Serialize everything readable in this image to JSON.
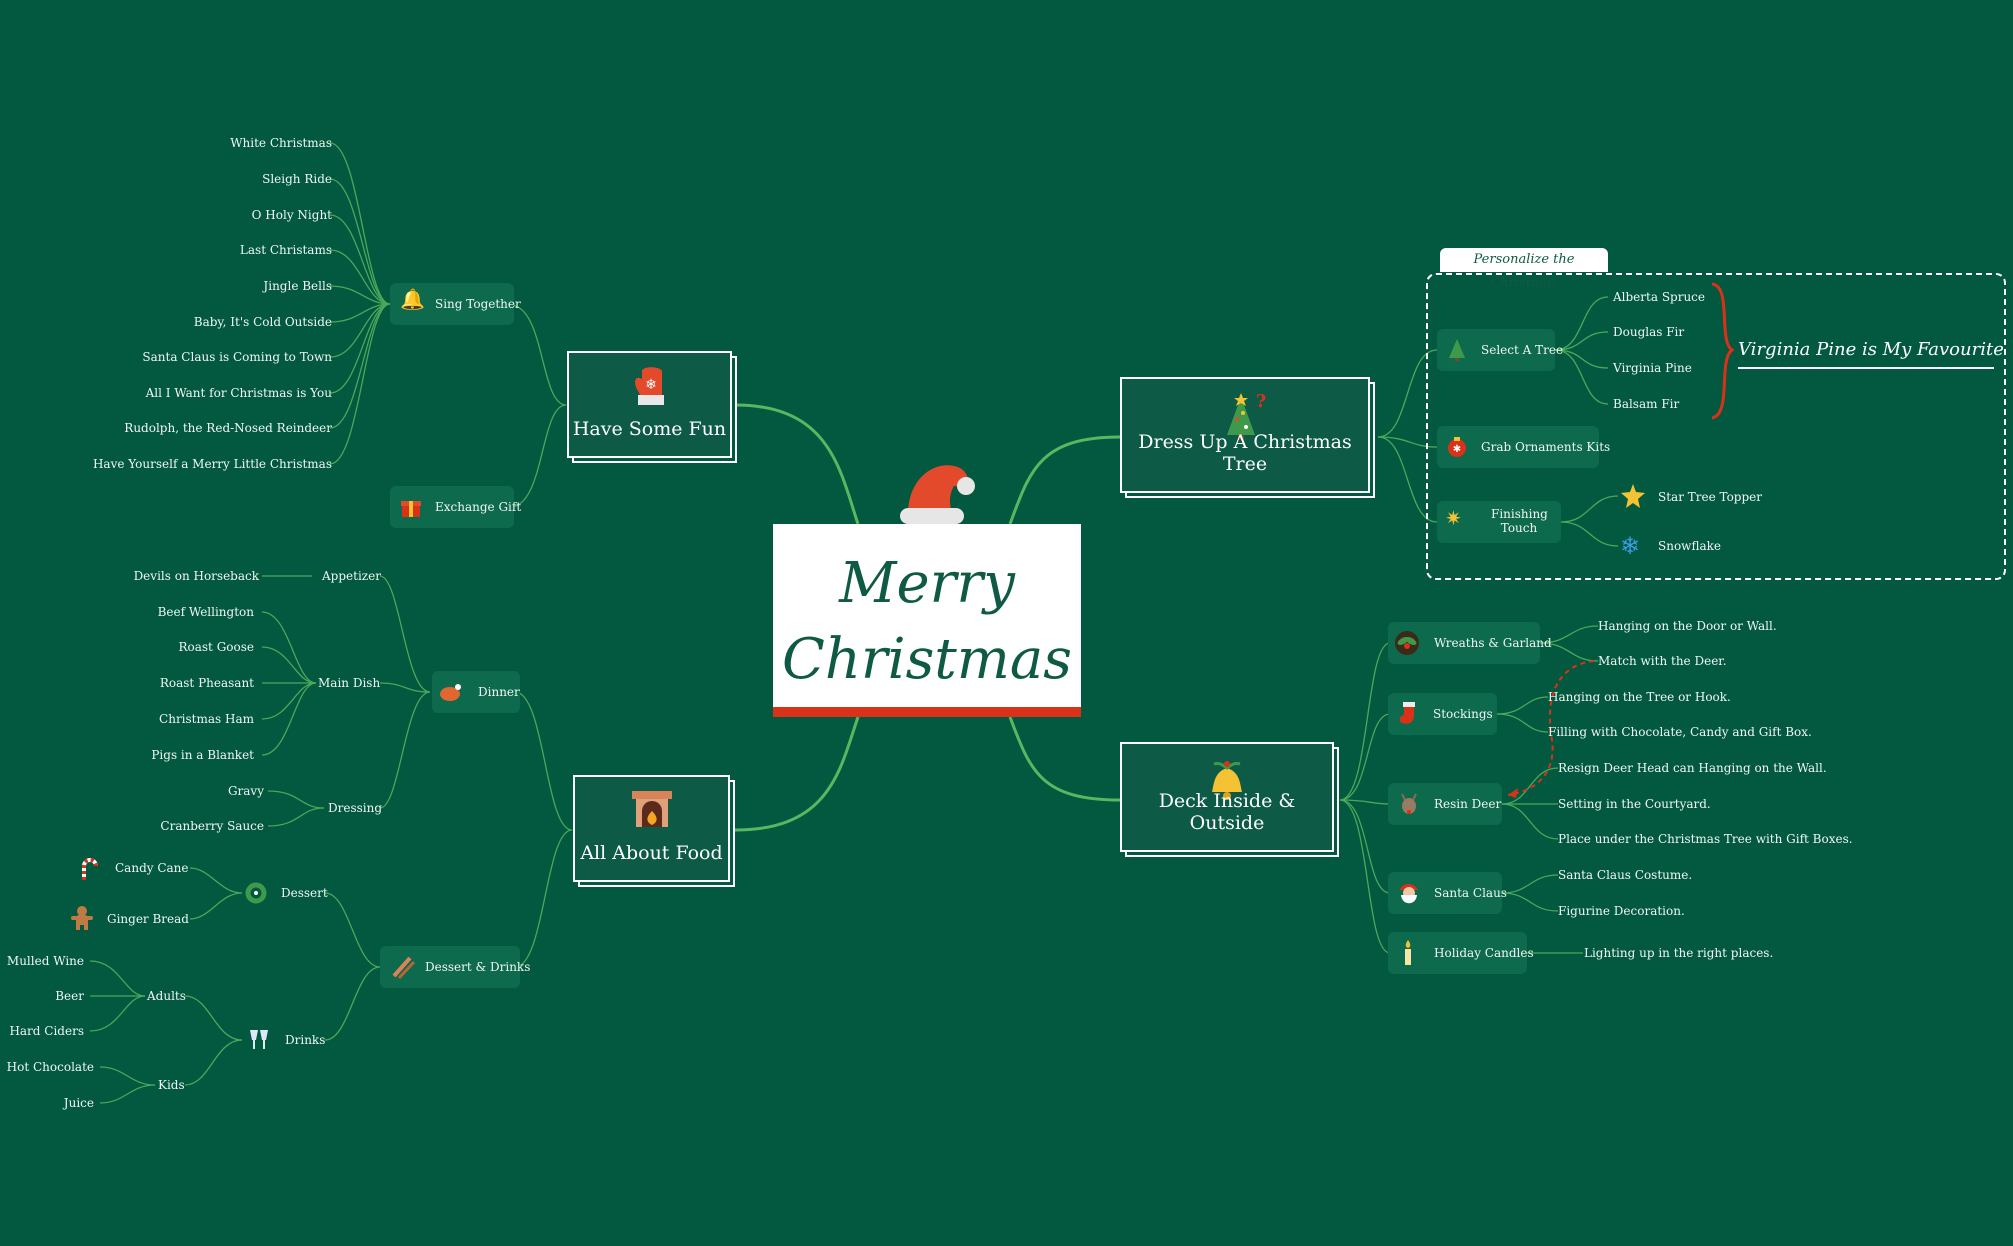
{
  "center": {
    "title_line1": "Merry",
    "title_line2": "Christmas"
  },
  "branches": {
    "fun": {
      "label": "Have Some Fun",
      "icon": "mitten-icon"
    },
    "tree": {
      "label": "Dress Up A Christmas Tree",
      "icon": "christmas-tree-icon"
    },
    "food": {
      "label": "All About Food",
      "icon": "fireplace-icon"
    },
    "deck": {
      "label": "Deck Inside & Outside",
      "icon": "bell-icon"
    }
  },
  "fun": {
    "sing_together": "Sing Together",
    "exchange_gift": "Exchange Gift",
    "songs": [
      "White Christmas",
      "Sleigh Ride",
      "O Holy Night",
      "Last Christams",
      "Jingle Bells",
      "Baby, It's Cold Outside",
      "Santa Claus is Coming to Town",
      "All I Want for Christmas is You",
      "Rudolph, the Red-Nosed Reindeer",
      "Have Yourself a Merry Little Christmas"
    ]
  },
  "tree": {
    "personalize_tab": "Personalize the Christmas",
    "select_a_tree": "Select A Tree",
    "trees": [
      "Alberta Spruce",
      "Douglas Fir",
      "Virginia Pine",
      "Balsam Fir"
    ],
    "favourite_note": "Virginia Pine is My Favourite",
    "grab_ornaments": "Grab Ornaments Kits",
    "finishing_touch_1": "Finishing",
    "finishing_touch_2": "Touch",
    "star_topper": "Star Tree Topper",
    "snowflake": "Snowflake"
  },
  "food": {
    "dinner": "Dinner",
    "appetizer": "Appetizer",
    "devils": "Devils on Horseback",
    "main_dish": "Main Dish",
    "main_items": [
      "Beef Wellington",
      "Roast Goose",
      "Roast Pheasant",
      "Christmas Ham",
      "Pigs in a Blanket"
    ],
    "dressing": "Dressing",
    "dressing_items": [
      "Gravy",
      "Cranberry Sauce"
    ],
    "dessert_drinks": "Dessert & Drinks",
    "dessert": "Dessert",
    "dessert_items": [
      "Candy Cane",
      "Ginger Bread"
    ],
    "drinks": "Drinks",
    "adults": "Adults",
    "adult_items": [
      "Mulled Wine",
      "Beer",
      "Hard Ciders"
    ],
    "kids": "Kids",
    "kid_items": [
      "Hot Chocolate",
      "Juice"
    ]
  },
  "deck": {
    "wreaths": "Wreaths & Garland",
    "wreath_items": [
      "Hanging on the Door or Wall.",
      "Match with the Deer."
    ],
    "stockings": "Stockings",
    "stocking_items": [
      "Hanging on the Tree or Hook.",
      "Filling with  Chocolate, Candy and Gift Box."
    ],
    "resin_deer": "Resin Deer",
    "deer_items": [
      "Resign Deer Head can Hanging on the Wall.",
      "Setting in the Courtyard.",
      "Place under the Christmas Tree with Gift Boxes."
    ],
    "santa": "Santa Claus",
    "santa_items": [
      "Santa Claus Costume.",
      "Figurine Decoration."
    ],
    "candles": "Holiday Candles",
    "candle_items": [
      "Lighting up in the right places."
    ]
  },
  "colors": {
    "background": "#025940",
    "line": "#5cb85c",
    "accent_red": "#d93218",
    "title_green": "#0f5a44"
  }
}
